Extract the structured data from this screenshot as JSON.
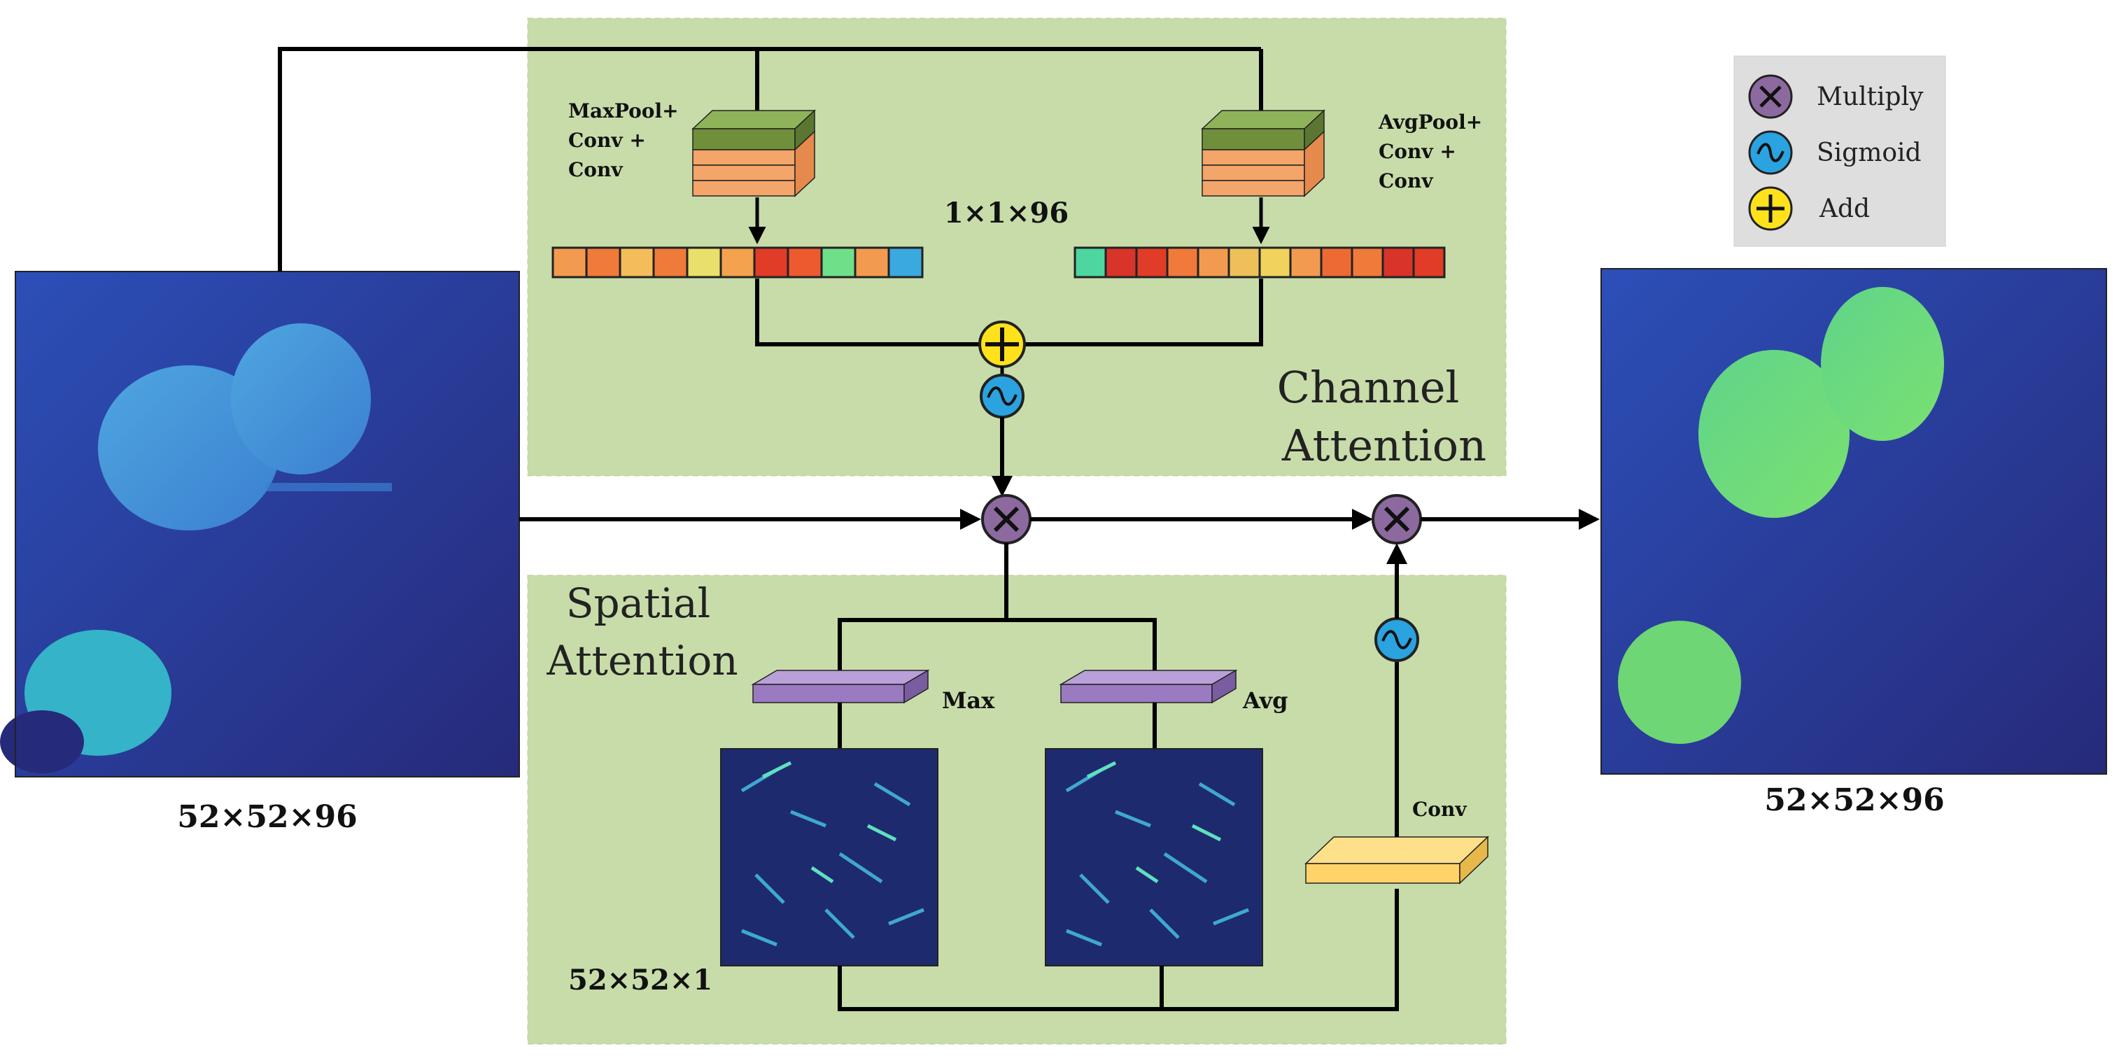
{
  "diagram": {
    "blocks": {
      "channel_attention": {
        "title_line1": "Channel",
        "title_line2": "Attention",
        "maxpool_label": [
          "MaxPool+",
          "Conv +",
          "Conv"
        ],
        "avgpool_label": [
          "AvgPool+",
          "Conv +",
          "Conv"
        ],
        "vector_size": "1×1×96",
        "max_vector_colors": [
          "#f29b50",
          "#f07a3a",
          "#f4bd5a",
          "#f07a3a",
          "#e8e06a",
          "#f4a24d",
          "#e03c28",
          "#ee5a30",
          "#6fe08a",
          "#f29b50",
          "#3aa9e0"
        ],
        "avg_vector_colors": [
          "#4ed6a0",
          "#d8342a",
          "#e03c28",
          "#f07a3a",
          "#f29b50",
          "#eec05a",
          "#f0d25c",
          "#f29b50",
          "#ee6a34",
          "#f07a3a",
          "#d8342a",
          "#e03c28"
        ]
      },
      "spatial_attention": {
        "title_line1": "Spatial",
        "title_line2": "Attention",
        "max_label": "Max",
        "avg_label": "Avg",
        "conv_label": "Conv",
        "map_size": "52×52×1"
      }
    },
    "input": {
      "size_label": "52×52×96"
    },
    "output": {
      "size_label": "52×52×96"
    },
    "legend": {
      "items": [
        {
          "icon": "multiply-icon",
          "label": "Multiply"
        },
        {
          "icon": "sigmoid-icon",
          "label": "Sigmoid"
        },
        {
          "icon": "add-icon",
          "label": "Add"
        }
      ]
    },
    "colors": {
      "panel_bg": "#c8dcaa",
      "multiply": "#8c6aa0",
      "sigmoid": "#2aa3e0",
      "add": "#ffe21c",
      "conv_green": "#6f8f3a",
      "conv_orange": "#f3a56a",
      "pool_purple": "#9a7ac0",
      "conv_yellow": "#ffd26a",
      "legend_bg": "#dedede"
    }
  }
}
